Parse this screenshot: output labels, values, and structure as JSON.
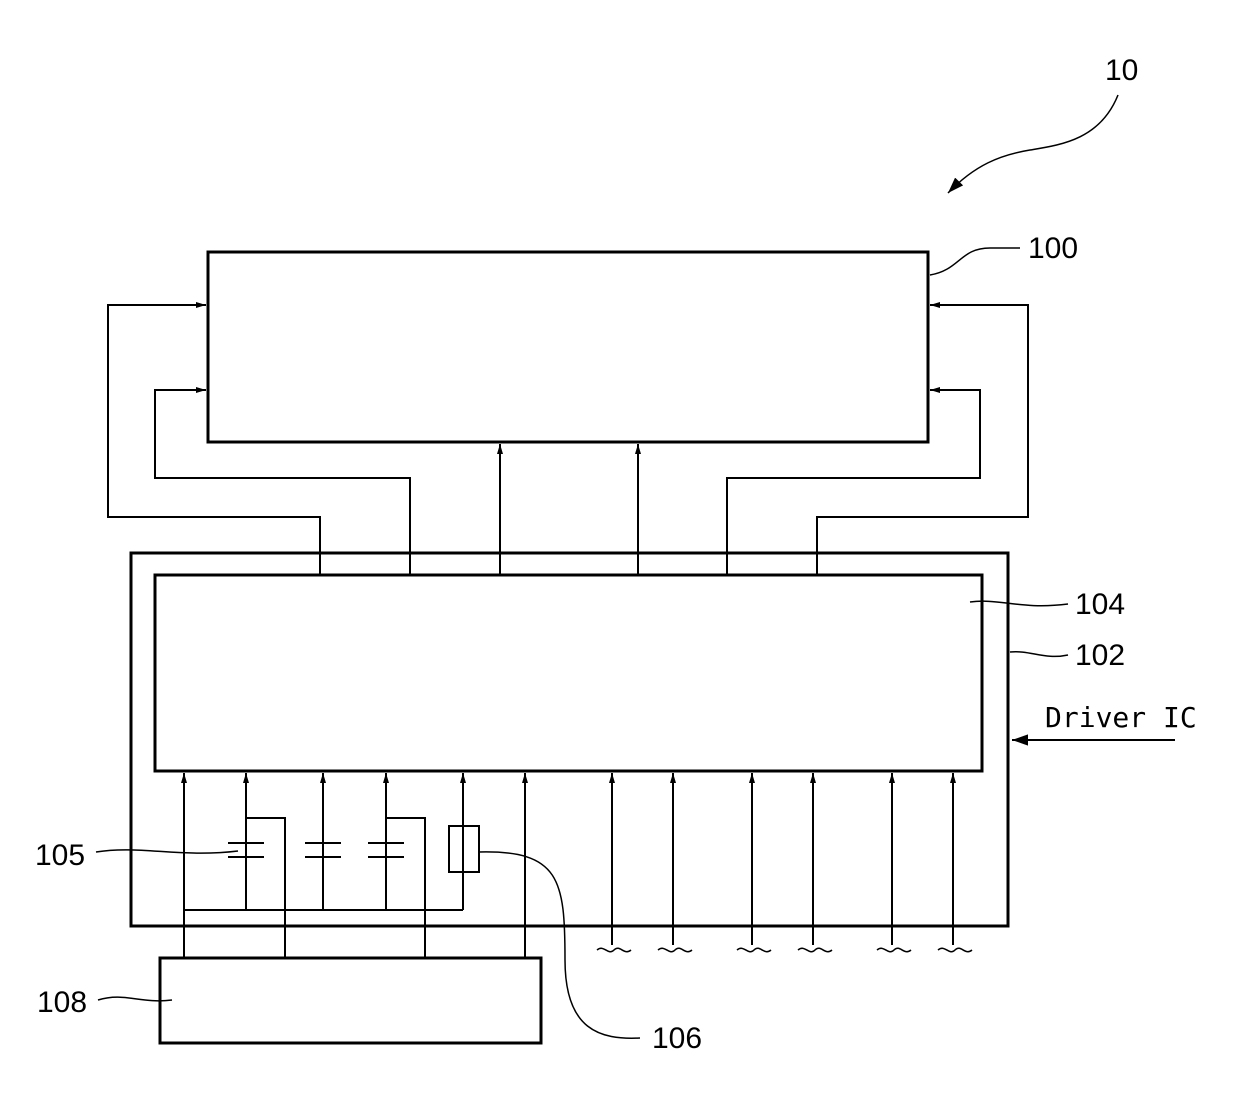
{
  "figure": {
    "ref_system": "10",
    "ref_panel": "100",
    "ref_driver_ic": "102",
    "ref_circuit": "104",
    "ref_capacitor": "105",
    "ref_resistor": "106",
    "ref_controller": "108",
    "driver_ic_label": "Driver IC"
  }
}
